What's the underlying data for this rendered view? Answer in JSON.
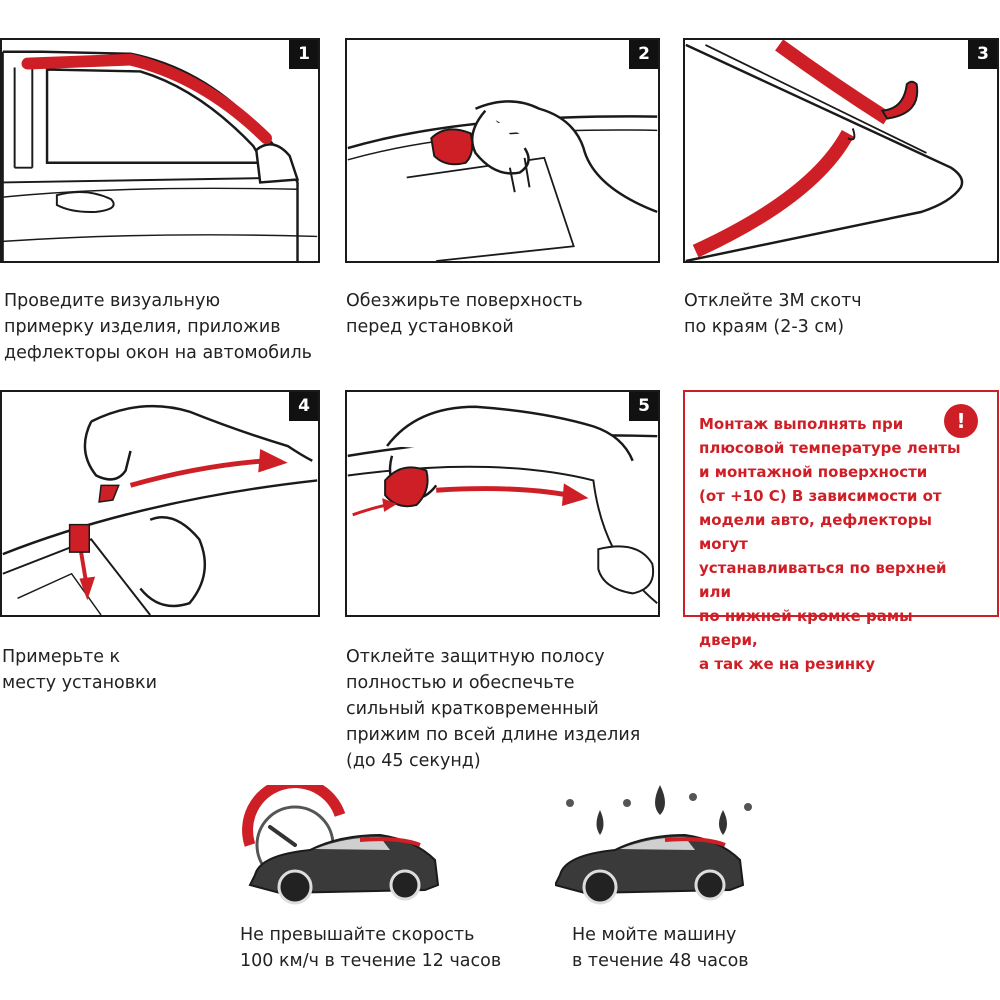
{
  "steps": [
    {
      "number": "1",
      "caption": "Проведите визуальную\nпримерку изделия, приложив\nдефлекторы окон на автомобиль"
    },
    {
      "number": "2",
      "caption": "Обезжирьте поверхность\nперед установкой"
    },
    {
      "number": "3",
      "caption": "Отклейте 3М скотч\nпо краям (2-3 см)"
    },
    {
      "number": "4",
      "caption": "Примерьте к\nместу установки"
    },
    {
      "number": "5",
      "caption": "Отклейте защитную полосу\nполностью и обеспечьте\nсильный кратковременный\nприжим по всей  длине изделия\n(до 45 секунд)"
    }
  ],
  "warning": {
    "icon": "exclamation-icon",
    "symbol": "!",
    "text": "Монтаж выполнять при\nплюсовой температуре ленты\nи монтажной поверхности\n(от +10 С) В зависимости от\nмодели авто, дефлекторы могут\nустанавливаться по верхней или\nпо нижней кромке рамы двери,\nа так же на резинку"
  },
  "tips": [
    {
      "icon": "speedometer-car-icon",
      "caption": "Не превышайте скорость\n100 км/ч в течение 12 часов"
    },
    {
      "icon": "rain-car-icon",
      "caption": "Не мойте машину\nв течение 48 часов"
    }
  ],
  "colors": {
    "accent": "#cf1f26",
    "line": "#1a1a1a"
  }
}
